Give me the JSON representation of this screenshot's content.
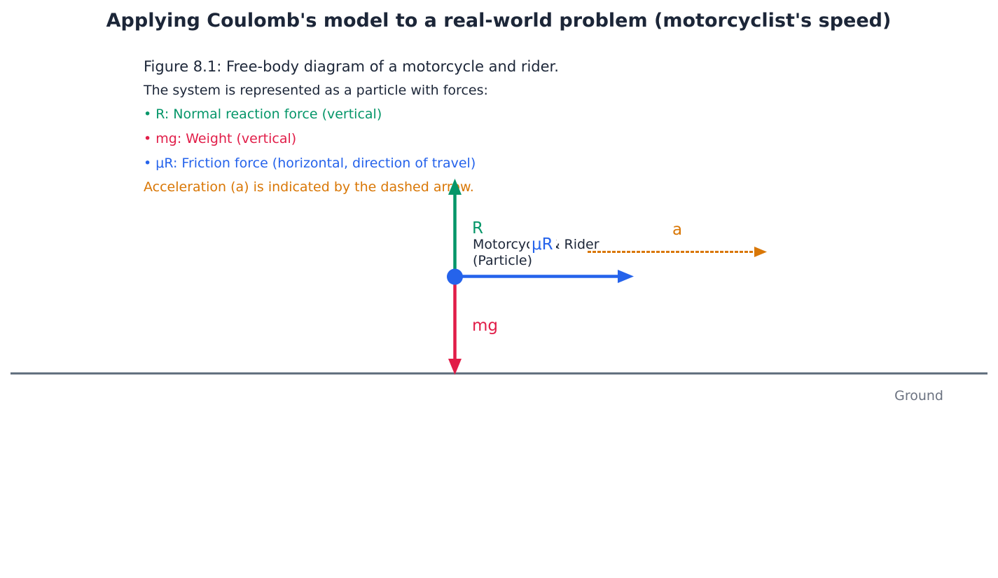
{
  "title": "Applying Coulomb's model to a real-world problem (motorcyclist's speed)",
  "caption": "Figure 8.1: Free-body diagram of a motorcycle and rider.",
  "description": "The system is represented as a particle with forces:",
  "legend": {
    "normal": "• R: Normal reaction force (vertical)",
    "weight": "• mg: Weight (vertical)",
    "friction": "• μR: Friction force (horizontal, direction of travel)",
    "acceleration": "Acceleration (a) is indicated by the dashed arrow."
  },
  "labels": {
    "normal": "R",
    "weight": "mg",
    "friction": "μR",
    "acceleration": "a",
    "particle_line1": "Motorcycle & Rider",
    "particle_line2": "(Particle)",
    "ground": "Ground"
  },
  "colors": {
    "title": "#1c2638",
    "normal": "#059669",
    "weight": "#e11d48",
    "friction": "#2563eb",
    "acceleration": "#d97706",
    "ground": "#5c6b7a",
    "ground_label": "#6b7280",
    "particle": "#2563eb"
  }
}
